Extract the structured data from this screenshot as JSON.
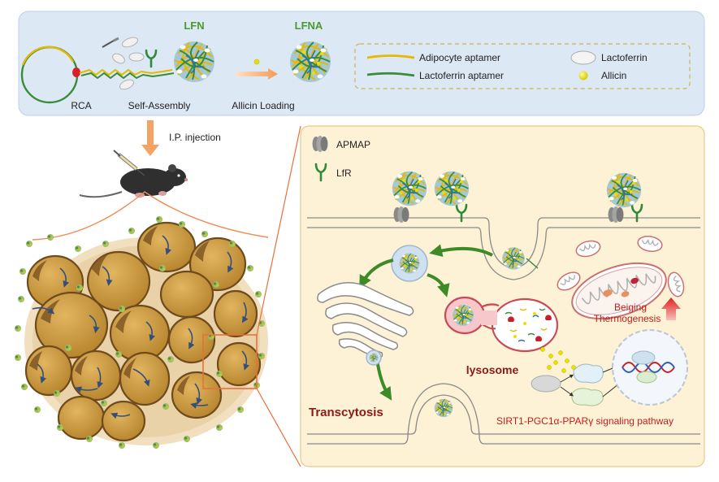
{
  "top_panel": {
    "labels": {
      "rca": "RCA",
      "self_assembly": "Self-Assembly",
      "allicin_loading": "Allicin Loading",
      "lfn": "LFN",
      "lfna": "LFNA"
    }
  },
  "legend": {
    "adipocyte_aptamer": "Adipocyte aptamer",
    "lactoferrin_aptamer": "Lactoferrin aptamer",
    "lactoferrin": "Lactoferrin",
    "allicin": "Allicin"
  },
  "left": {
    "injection": "I.P. injection"
  },
  "cell_panel": {
    "apmap": "APMAP",
    "lfr": "LfR",
    "lysosome": "lysosome",
    "transcytosis": "Transcytosis",
    "beiging": "Beiging",
    "thermogenesis": "Thermogenesis",
    "pathway": "SIRT1-PGC1α-PPARγ signaling pathway"
  },
  "colors": {
    "top_panel_fill": "#dde8f5",
    "cell_panel_fill": "#fdf2d6",
    "adipocyte_aptamer": "#e6b800",
    "lactoferrin_aptamer": "#3a8c3a",
    "allicin": "#e8e000",
    "arrow_green": "#3d8a28",
    "arrow_orange": "#f0a060",
    "title_green": "#4a9a30",
    "dark_red_text": "#8b1a1a",
    "red_text": "#c0201a"
  }
}
